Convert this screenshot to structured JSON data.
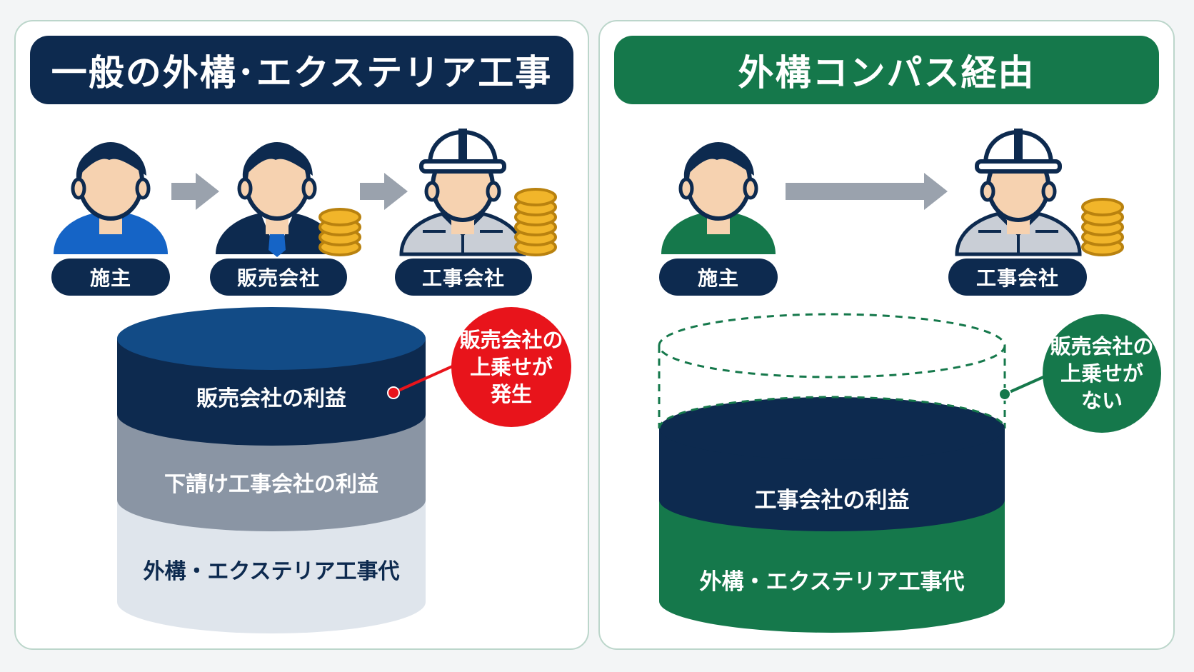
{
  "left": {
    "title": "一般の外構･エクステリア工事",
    "roles": [
      "施主",
      "販売会社",
      "工事会社"
    ],
    "layers": [
      "販売会社の利益",
      "下請け工事会社の利益",
      "外構・エクステリア工事代"
    ],
    "callout": [
      "販売会社の",
      "上乗せが",
      "発生"
    ]
  },
  "right": {
    "title": "外構コンパス経由",
    "roles": [
      "施主",
      "工事会社"
    ],
    "layers": [
      "工事会社の利益",
      "外構・エクステリア工事代"
    ],
    "callout": [
      "販売会社の",
      "上乗せが",
      "ない"
    ]
  },
  "colors": {
    "navy": "#0d2a4f",
    "green": "#15784b",
    "red": "#e8141b",
    "gray": "#8a95a4",
    "light": "#dfe5ec",
    "coin": "#f1b52a"
  },
  "icons": [
    "customer-icon",
    "sales-person-icon",
    "construction-worker-icon",
    "coin-stack-icon",
    "arrow-right-icon"
  ]
}
